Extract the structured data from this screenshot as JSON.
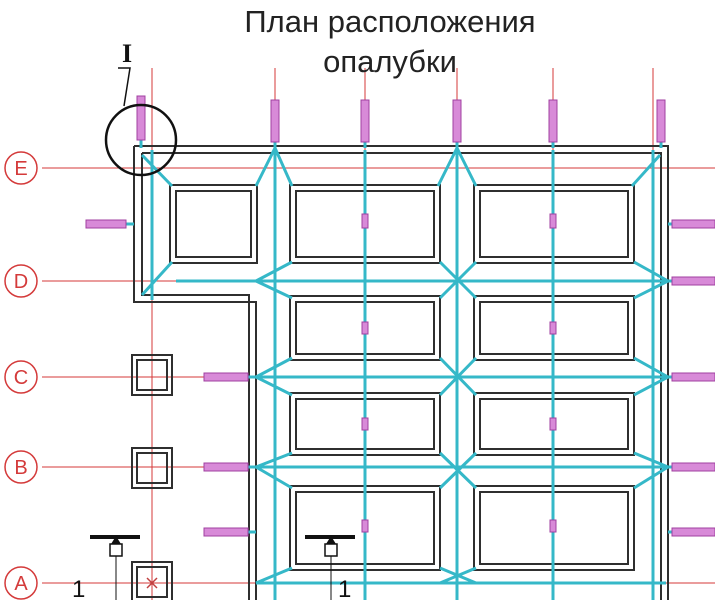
{
  "title": {
    "line1": "План расположения",
    "line2": "опалубки"
  },
  "grid_axes": [
    "E",
    "D",
    "C",
    "B",
    "A"
  ],
  "detail_marker": "I",
  "section_marks": [
    "1",
    "1"
  ],
  "colors": {
    "axis": "#d43a3a",
    "wall": "#2f2f2f",
    "brace": "#35b8c8",
    "strut": "#c050c0"
  }
}
